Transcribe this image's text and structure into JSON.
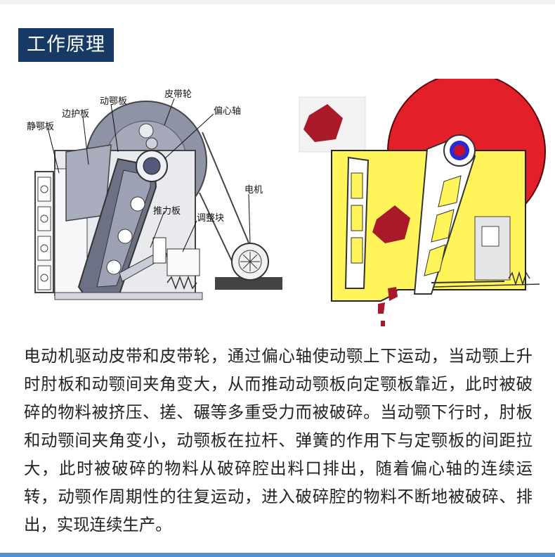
{
  "section": {
    "title": "工作原理"
  },
  "left_figure": {
    "labels": {
      "static_jaw": "静鄂板",
      "side_guard": "边护板",
      "moving_jaw": "动鄂板",
      "belt_wheel": "皮带轮",
      "eccentric_shaft": "偏心轴",
      "motor": "电机",
      "toggle_plate": "推力板",
      "adjust_block": "调整块"
    }
  },
  "colors": {
    "title_bg": "#163a63",
    "machine_gray": "#8e93a6",
    "frame_light": "#e9eaee",
    "crusher_yellow": "#fff45a",
    "flywheel_red": "#e3202a",
    "ore_red": "#a8192a",
    "shaft_blue": "#2a2ad0"
  },
  "description": "电动机驱动皮带和皮带轮，通过偏心轴使动颚上下运动，当动颚上升时肘板和动颚间夹角变大，从而推动动颚板向定颚板靠近，此时被破碎的物料被挤压、搓、碾等多重受力而被破碎。当动颚下行时，肘板和动颚间夹角变小，动颚板在拉杆、弹簧的作用下与定颚板的间距拉大，此时被破碎的物料从破碎腔出料口排出，随着偏心轴的连续运转，动颚作周期性的往复运动，进入破碎腔的物料不断地被破碎、排出，实现连续生产。"
}
